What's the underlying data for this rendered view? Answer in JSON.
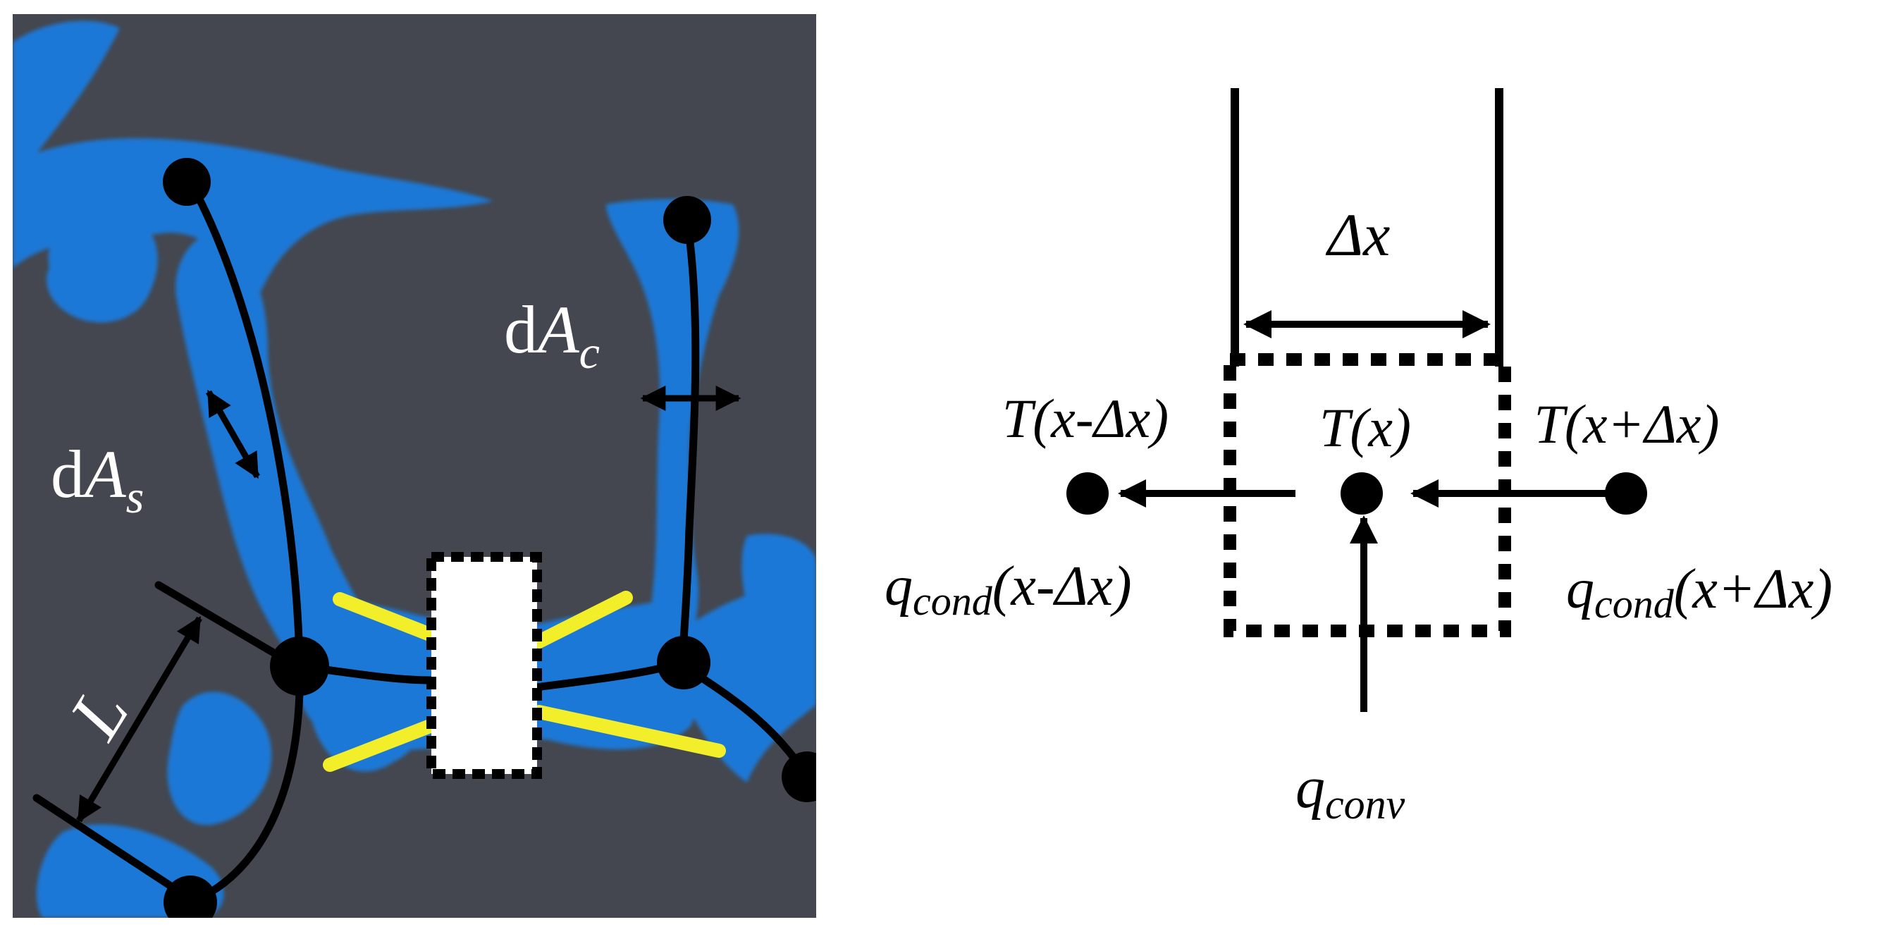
{
  "left_panel": {
    "labels": {
      "dAs_prefix": "d",
      "dAs_var": "A",
      "dAs_sub": "s",
      "dAc_prefix": "d",
      "dAc_var": "A",
      "dAc_sub": "c",
      "length": "L"
    },
    "colors": {
      "background": "#44474f",
      "structure": "#1a78d6",
      "structure_highlight": "#3fa0ff",
      "highlight_lines": "#f2ee2a",
      "skeleton": "#000000"
    }
  },
  "right_panel": {
    "labels": {
      "delta_x": "Δx",
      "T_left": "T(x-Δx)",
      "T_center": "T(x)",
      "T_right": "T(x+Δx)",
      "q_cond_left_q": "q",
      "q_cond_left_sub": "cond",
      "q_cond_left_arg": "(x-Δx)",
      "q_cond_right_q": "q",
      "q_cond_right_sub": "cond",
      "q_cond_right_arg": "(x+Δx)",
      "q_conv_q": "q",
      "q_conv_sub": "conv"
    }
  }
}
